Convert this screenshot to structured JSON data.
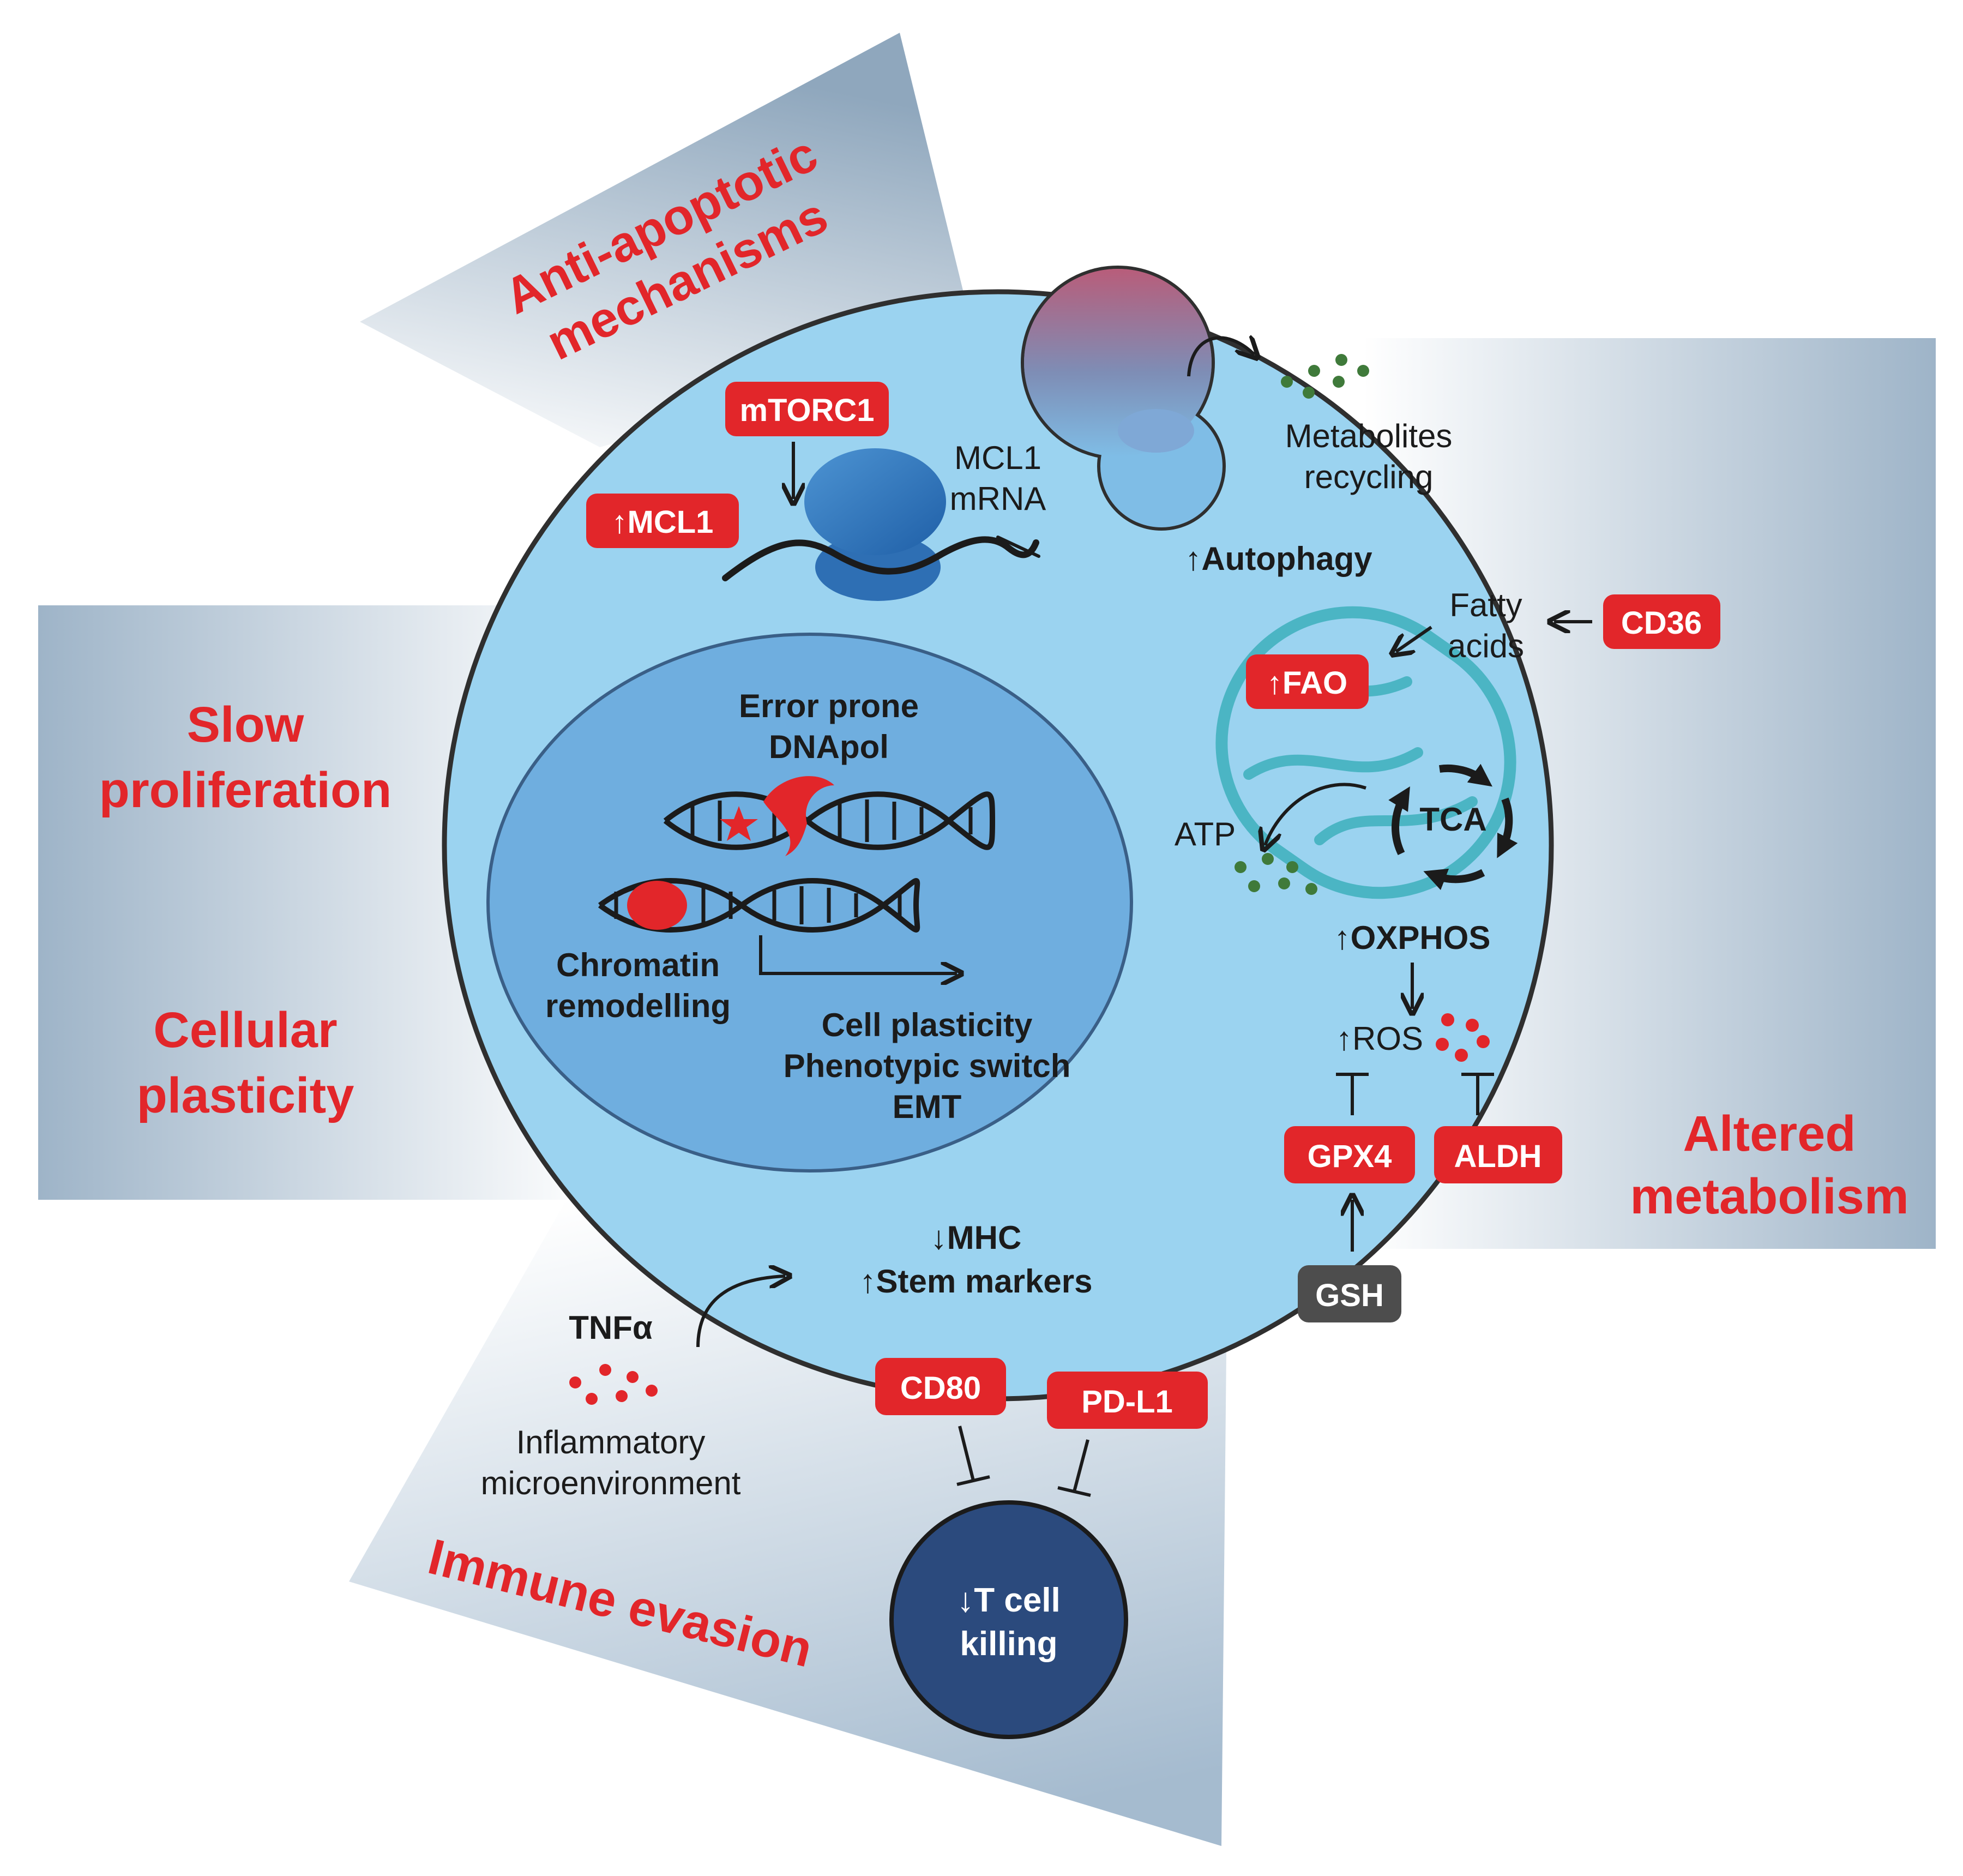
{
  "colors": {
    "red": "#e2262a",
    "cell_fill": "#9bd3f0",
    "nucleus_fill": "#6faedf",
    "cell_stroke": "#2f2f2f",
    "mito_teal": "#4bb5c4",
    "tcell_fill": "#2b4a7d",
    "gsh_fill": "#4d4d4d",
    "metabolite_green": "#3f7a3a",
    "cytokine_red": "#e2262a"
  },
  "regions": {
    "anti_apoptotic": [
      "Anti-apoptotic",
      "mechanisms"
    ],
    "slow_proliferation": [
      "Slow",
      "proliferation"
    ],
    "cellular_plasticity": [
      "Cellular",
      "plasticity"
    ],
    "altered_metabolism": [
      "Altered",
      "metabolism"
    ],
    "immune_evasion": "Immune evasion"
  },
  "translation": {
    "mtorc1": "mTORC1",
    "mcl1": "↑MCL1",
    "mrna_label": [
      "MCL1",
      "mRNA"
    ]
  },
  "autophagy": {
    "metabolites": [
      "Metabolites",
      "recycling"
    ],
    "label": "↑Autophagy"
  },
  "metabolism": {
    "fatty_acids": [
      "Fatty",
      "acids"
    ],
    "cd36": "CD36",
    "fao": "↑FAO",
    "tca": "TCA",
    "atp": "ATP",
    "oxphos": "↑OXPHOS",
    "ros": "↑ROS",
    "gpx4": "GPX4",
    "aldh": "ALDH",
    "gsh": "GSH"
  },
  "nucleus": {
    "dnapol": [
      "Error prone",
      "DNApol"
    ],
    "chromatin": [
      "Chromatin",
      "remodelling"
    ],
    "outcomes": [
      "Cell plasticity",
      "Phenotypic switch",
      "EMT"
    ]
  },
  "immune": {
    "mhc": "↓MHC",
    "stem": "↑Stem markers",
    "tnf": "TNFα",
    "inflammatory": [
      "Inflammatory",
      "microenvironment"
    ],
    "cd80": "CD80",
    "pdl1": "PD-L1",
    "tcell": [
      "↓T cell",
      "killing"
    ]
  }
}
